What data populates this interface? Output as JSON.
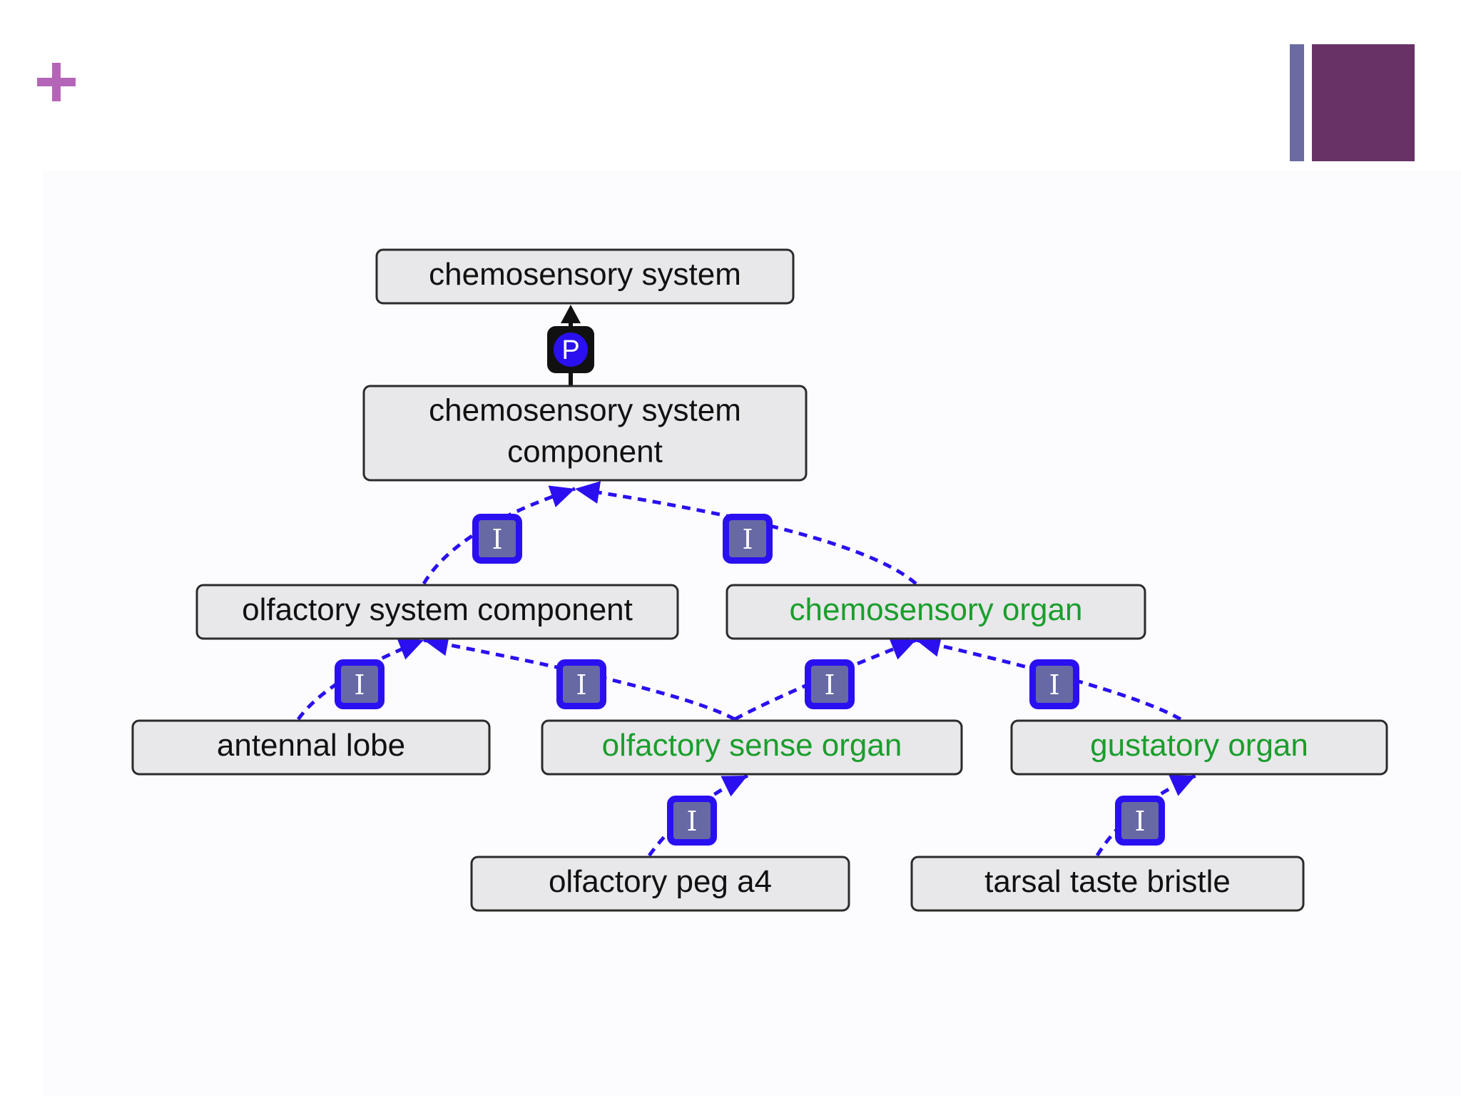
{
  "slide": {
    "plus_icon": "plus-icon",
    "accent_colors": {
      "plus": "#b565b8",
      "deco_bar": "#6a6ba0",
      "deco_square": "#693267"
    }
  },
  "diagram": {
    "legend_colors": {
      "is_a_edge": "#2a10f0",
      "part_of_edge": "#111111",
      "default_label": "#111111",
      "highlight_label": "#1a9e2c"
    },
    "badges": {
      "is_a": "I",
      "part_of": "P"
    },
    "nodes": [
      {
        "id": "chemosensory-system",
        "lines": [
          "chemosensory system"
        ],
        "color": "#111111"
      },
      {
        "id": "chemosensory-system-component",
        "lines": [
          "chemosensory system",
          "component"
        ],
        "color": "#111111"
      },
      {
        "id": "olfactory-system-component",
        "lines": [
          "olfactory system component"
        ],
        "color": "#111111"
      },
      {
        "id": "chemosensory-organ",
        "lines": [
          "chemosensory organ"
        ],
        "color": "#1a9e2c"
      },
      {
        "id": "antennal-lobe",
        "lines": [
          "antennal lobe"
        ],
        "color": "#111111"
      },
      {
        "id": "olfactory-sense-organ",
        "lines": [
          "olfactory sense organ"
        ],
        "color": "#1a9e2c"
      },
      {
        "id": "gustatory-organ",
        "lines": [
          "gustatory organ"
        ],
        "color": "#1a9e2c"
      },
      {
        "id": "olfactory-peg-a4",
        "lines": [
          "olfactory peg a4"
        ],
        "color": "#111111"
      },
      {
        "id": "tarsal-taste-bristle",
        "lines": [
          "tarsal taste bristle"
        ],
        "color": "#111111"
      }
    ],
    "edges": [
      {
        "from": "chemosensory-system-component",
        "to": "chemosensory-system",
        "relation": "part_of"
      },
      {
        "from": "olfactory-system-component",
        "to": "chemosensory-system-component",
        "relation": "is_a"
      },
      {
        "from": "chemosensory-organ",
        "to": "chemosensory-system-component",
        "relation": "is_a"
      },
      {
        "from": "antennal-lobe",
        "to": "olfactory-system-component",
        "relation": "is_a"
      },
      {
        "from": "olfactory-sense-organ",
        "to": "olfactory-system-component",
        "relation": "is_a"
      },
      {
        "from": "olfactory-sense-organ",
        "to": "chemosensory-organ",
        "relation": "is_a"
      },
      {
        "from": "gustatory-organ",
        "to": "chemosensory-organ",
        "relation": "is_a"
      },
      {
        "from": "olfactory-peg-a4",
        "to": "olfactory-sense-organ",
        "relation": "is_a"
      },
      {
        "from": "tarsal-taste-bristle",
        "to": "gustatory-organ",
        "relation": "is_a"
      }
    ]
  }
}
